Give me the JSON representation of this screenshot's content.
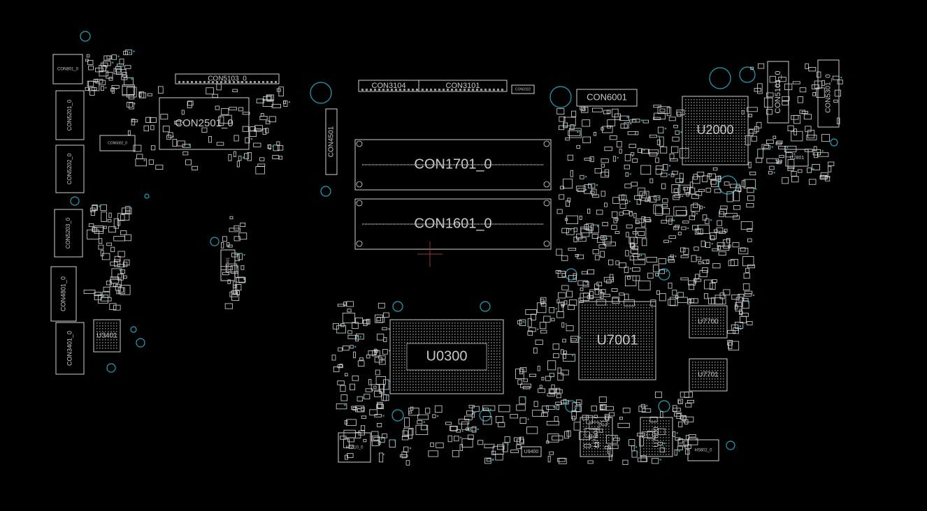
{
  "components": [
    {
      "id": "con801",
      "label": "CON801_0",
      "rotate": false
    },
    {
      "id": "con5201",
      "label": "CON5201_0",
      "rotate": true
    },
    {
      "id": "con5202",
      "label": "CON5202_0",
      "rotate": true
    },
    {
      "id": "con5203",
      "label": "CON5203_0",
      "rotate": true
    },
    {
      "id": "con4801",
      "label": "CON4801_0",
      "rotate": true
    },
    {
      "id": "con3401",
      "label": "CON3401_0",
      "rotate": true
    },
    {
      "id": "u3401",
      "label": "U3401",
      "rotate": false
    },
    {
      "id": "con5103",
      "label": "CON5103_0",
      "rotate": false
    },
    {
      "id": "con2501",
      "label": "CON2501_0",
      "rotate": false
    },
    {
      "id": "con5002",
      "label": "CON5002_0",
      "rotate": false
    },
    {
      "id": "con3104",
      "label": "CON3104",
      "rotate": false
    },
    {
      "id": "con3101",
      "label": "CON3101",
      "rotate": false
    },
    {
      "id": "con3102",
      "label": "CON3102",
      "rotate": false
    },
    {
      "id": "con4501",
      "label": "CON4501",
      "rotate": true
    },
    {
      "id": "con1701",
      "label": "CON1701_0",
      "rotate": false
    },
    {
      "id": "con1601",
      "label": "CON1601_0",
      "rotate": false
    },
    {
      "id": "u0300",
      "label": "U0300",
      "rotate": false
    },
    {
      "id": "con6001",
      "label": "CON6001",
      "rotate": false
    },
    {
      "id": "u2000",
      "label": "U2000",
      "rotate": false
    },
    {
      "id": "con5101",
      "label": "CON5101_0",
      "rotate": true
    },
    {
      "id": "con5301",
      "label": "CON5301_0",
      "rotate": true
    },
    {
      "id": "u2801",
      "label": "U2801",
      "rotate": false
    },
    {
      "id": "u7001",
      "label": "U7001",
      "rotate": false
    },
    {
      "id": "u7700",
      "label": "U7700",
      "rotate": false
    },
    {
      "id": "u7701",
      "label": "U7701",
      "rotate": false
    },
    {
      "id": "u7601",
      "label": "U7601",
      "rotate": true
    },
    {
      "id": "u7600",
      "label": "U7600",
      "rotate": true
    },
    {
      "id": "hs610",
      "label": "HS610_0",
      "rotate": false
    },
    {
      "id": "hs602",
      "label": "HS602_0",
      "rotate": false
    },
    {
      "id": "u9400",
      "label": "U9400",
      "rotate": false
    },
    {
      "id": "con3401b",
      "label": "CON3401",
      "rotate": true
    }
  ],
  "colors": {
    "background": "#000000",
    "outline": "#cfcfcf",
    "mounting_hole": "#1fa3b5",
    "label": "#c8c8c8"
  }
}
